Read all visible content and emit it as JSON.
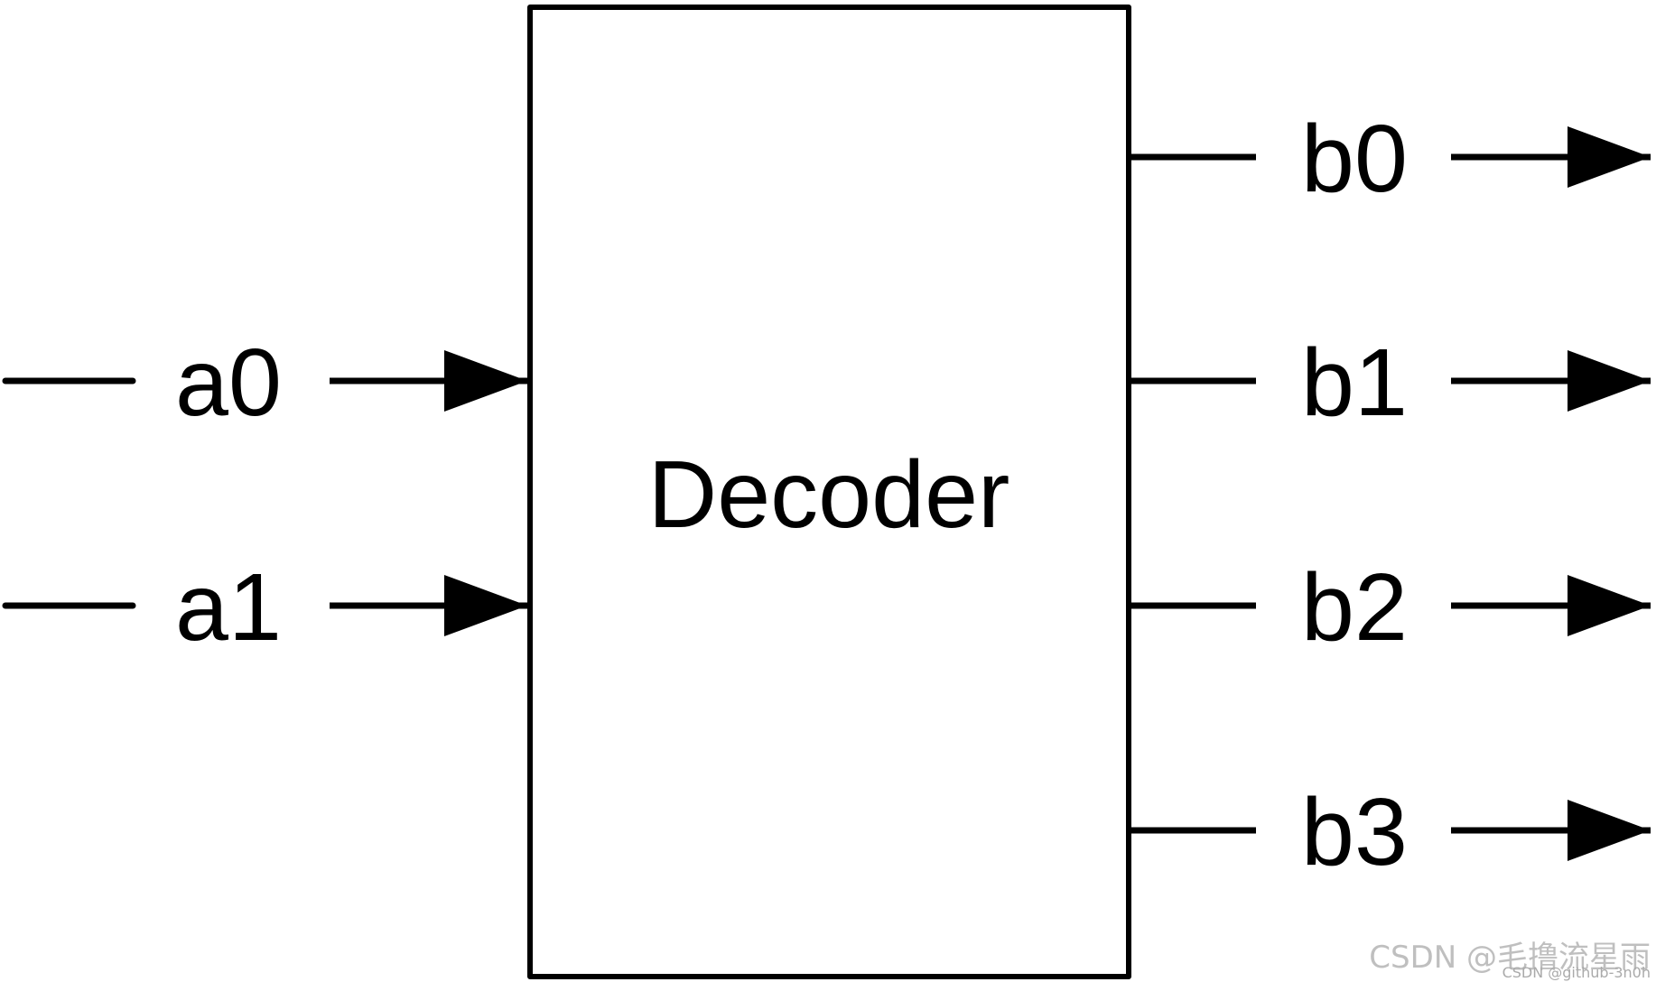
{
  "block": {
    "label": "Decoder"
  },
  "inputs": [
    {
      "label": "a0"
    },
    {
      "label": "a1"
    }
  ],
  "outputs": [
    {
      "label": "b0"
    },
    {
      "label": "b1"
    },
    {
      "label": "b2"
    },
    {
      "label": "b3"
    }
  ],
  "watermark": {
    "main": "CSDN @毛撸流星雨",
    "sub": "CSDN @github-3n0h"
  },
  "colors": {
    "stroke": "#000000",
    "background": "#ffffff"
  }
}
